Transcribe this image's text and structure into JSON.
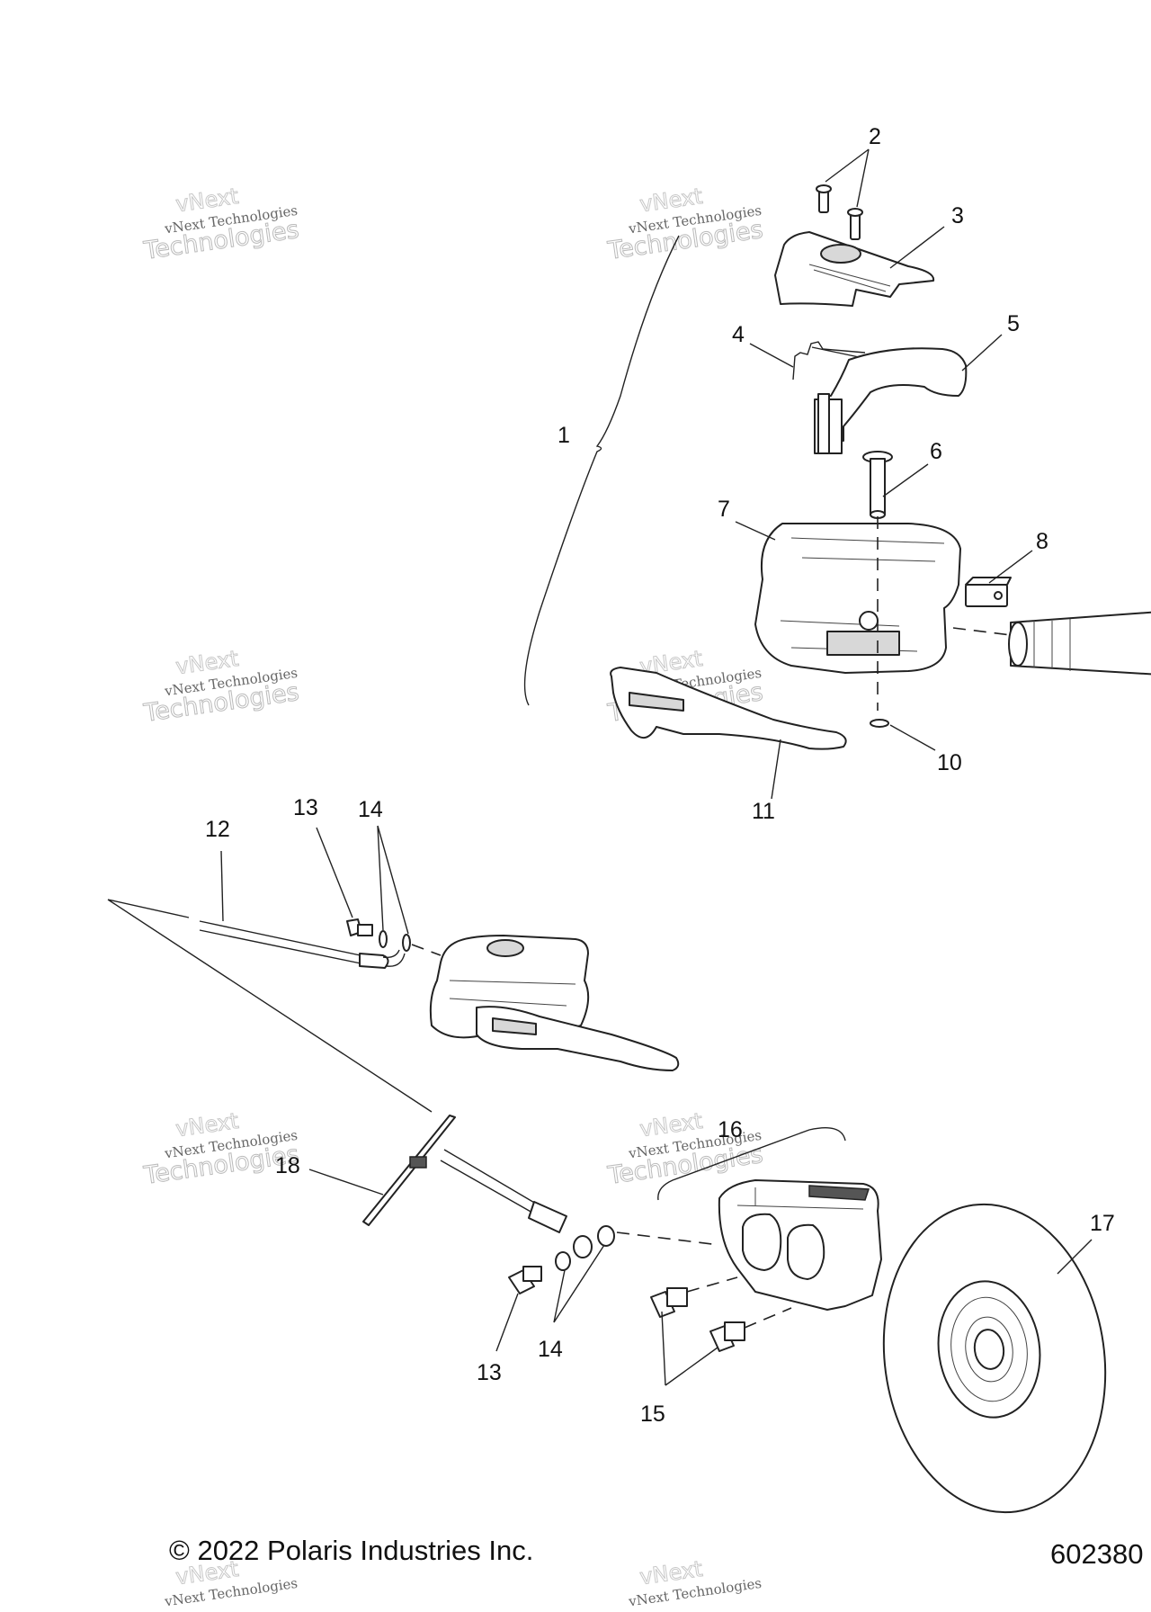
{
  "callouts": [
    {
      "id": "c1",
      "text": "1"
    },
    {
      "id": "c2",
      "text": "2"
    },
    {
      "id": "c3",
      "text": "3"
    },
    {
      "id": "c4",
      "text": "4"
    },
    {
      "id": "c5",
      "text": "5"
    },
    {
      "id": "c6",
      "text": "6"
    },
    {
      "id": "c7",
      "text": "7"
    },
    {
      "id": "c8",
      "text": "8"
    },
    {
      "id": "c10",
      "text": "10"
    },
    {
      "id": "c11",
      "text": "11"
    },
    {
      "id": "c12",
      "text": "12"
    },
    {
      "id": "c13a",
      "text": "13"
    },
    {
      "id": "c14a",
      "text": "14"
    },
    {
      "id": "c16",
      "text": "16"
    },
    {
      "id": "c18",
      "text": "18"
    },
    {
      "id": "c17",
      "text": "17"
    },
    {
      "id": "c13b",
      "text": "13"
    },
    {
      "id": "c14b",
      "text": "14"
    },
    {
      "id": "c15",
      "text": "15"
    }
  ],
  "footer": {
    "copyright": "© 2022 Polaris Industries Inc.",
    "diagram_number": "602380"
  },
  "watermark": {
    "line1": "vNext Technologies",
    "line2": "Technologies",
    "line3": "vNext"
  }
}
